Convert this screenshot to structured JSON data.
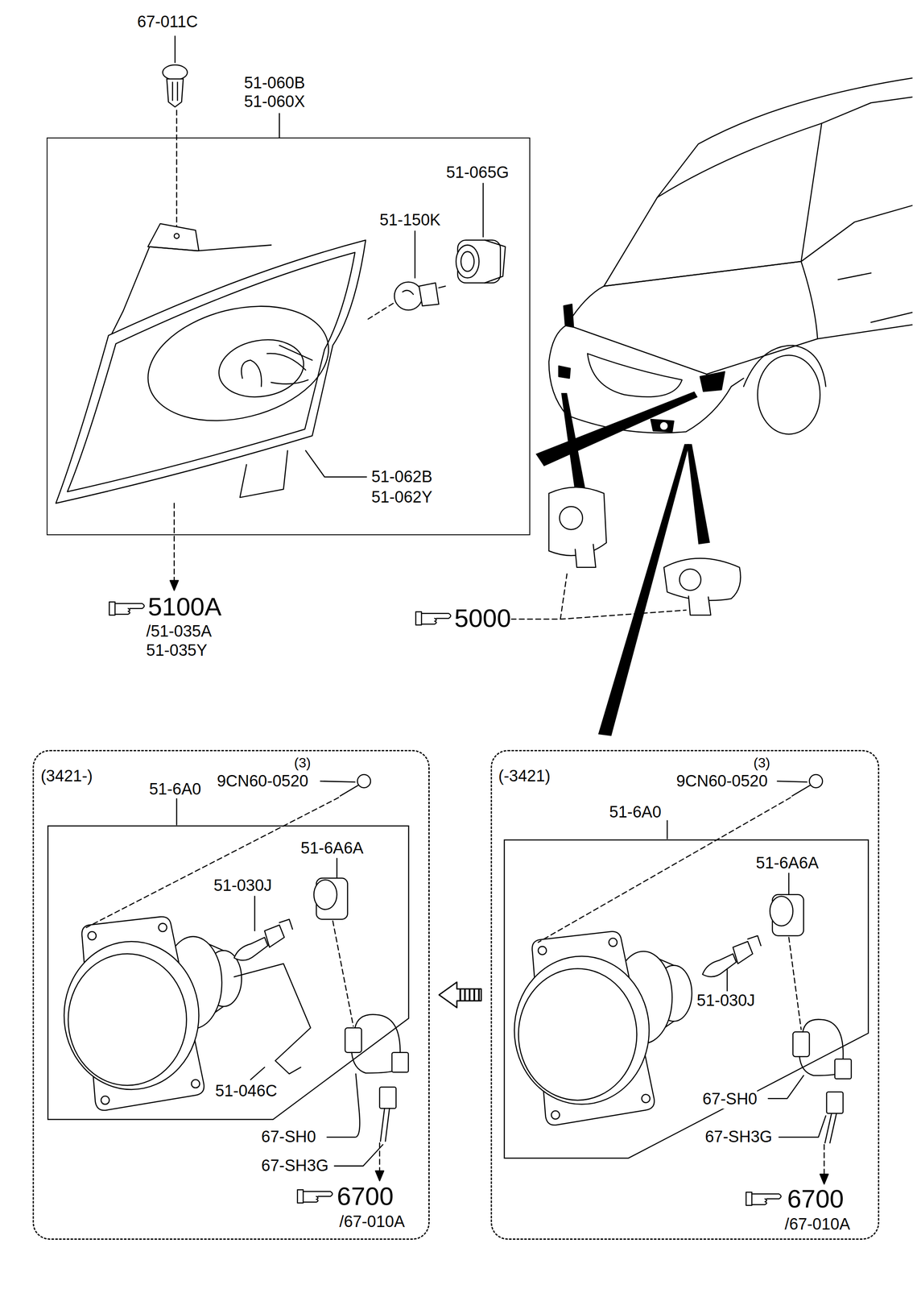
{
  "diagram": {
    "nodes": [
      {
        "text": [
          "51-060B 51-060X"
        ]
      },
      {
        "text": [
          "(3421-)"
        ]
      },
      {
        "text": [
          "51-6A0"
        ],
        "in": 1
      },
      {
        "text": [
          "(-3421)"
        ]
      },
      {
        "text": [
          "51-6A0"
        ],
        "in": 3
      }
    ],
    "edges": [
      {
        "from": 3,
        "to": 1,
        "arrow": "to"
      }
    ],
    "labels": [
      "67-011C",
      "51-065G",
      "51-150K",
      "51-062B",
      "51-062Y",
      "5100A",
      "/51-035A",
      "51-035Y",
      "5000",
      "(3)",
      "9CN60-0520",
      "51-6A6A",
      "51-030J",
      "51-046C",
      "67-SH0",
      "67-SH3G",
      "6700",
      "/67-010A",
      "(3)",
      "9CN60-0520",
      "51-6A6A",
      "51-030J",
      "67-SH0",
      "67-SH3G",
      "6700",
      "/67-010A"
    ]
  }
}
